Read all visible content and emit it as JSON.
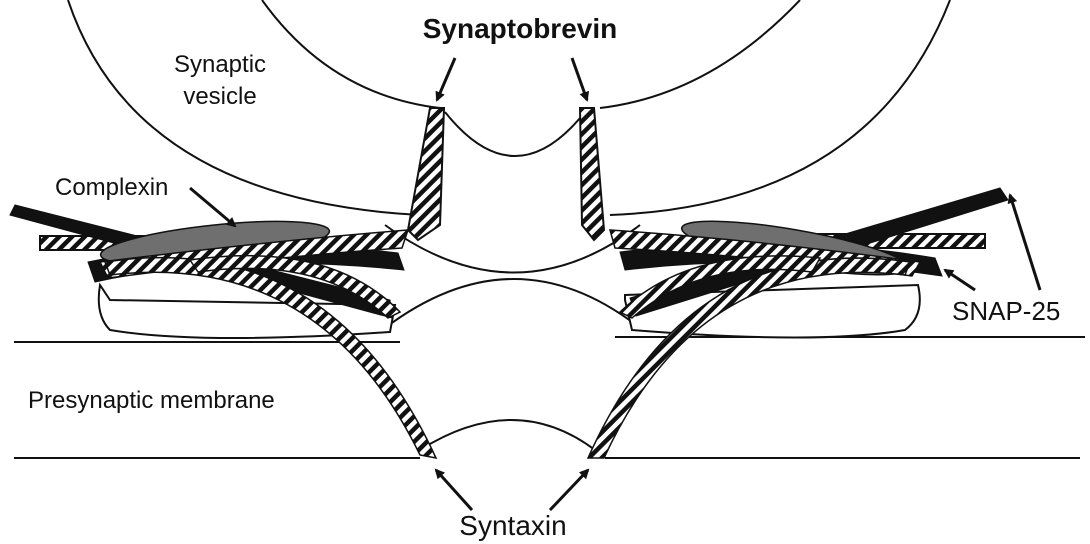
{
  "labels": {
    "synaptobrevin": "Synaptobrevin",
    "synaptic_vesicle_line1": "Synaptic",
    "synaptic_vesicle_line2": "vesicle",
    "complexin": "Complexin",
    "snap25": "SNAP-25",
    "presynaptic_membrane": "Presynaptic membrane",
    "syntaxin": "Syntaxin"
  },
  "colors": {
    "ink": "#111111",
    "complexin_fill": "#6f6f6f",
    "background": "#ffffff"
  }
}
